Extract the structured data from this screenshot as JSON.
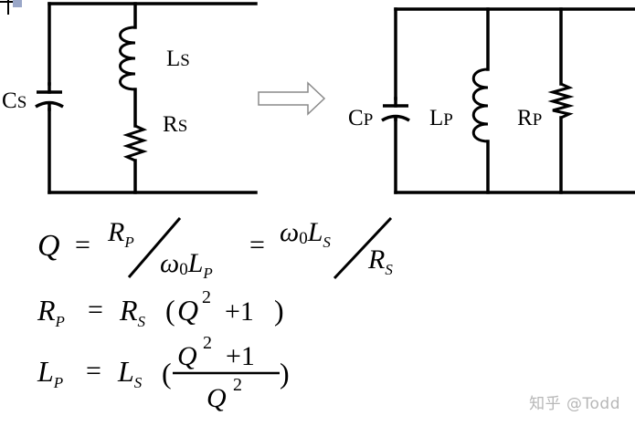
{
  "left_circuit": {
    "capacitor_label": {
      "main": "C",
      "sub": "S"
    },
    "inductor_label": {
      "main": "L",
      "sub": "S"
    },
    "resistor_label": {
      "main": "R",
      "sub": "S"
    }
  },
  "right_circuit": {
    "capacitor_label": {
      "main": "C",
      "sub": "P"
    },
    "inductor_label": {
      "main": "L",
      "sub": "P"
    },
    "resistor_label": {
      "main": "R",
      "sub": "P"
    }
  },
  "equations": {
    "eq1": {
      "lhs": "Q",
      "eq_sign": "=",
      "t1_num": "R",
      "t1_num_sub": "P",
      "t1_den_omega": "ω",
      "t1_den_omega_sub": "0",
      "t1_den_var": "L",
      "t1_den_var_sub": "P",
      "eq_sign2": "=",
      "t2_num_omega": "ω",
      "t2_num_omega_sub": "0",
      "t2_num_var": "L",
      "t2_num_var_sub": "S",
      "t2_den": "R",
      "t2_den_sub": "S"
    },
    "eq2": {
      "lhs": "R",
      "lhs_sub": "P",
      "eq_sign": "=",
      "rhs": "R",
      "rhs_sub": "S",
      "open": "(",
      "q": "Q",
      "exp": "2",
      "plus": "+1",
      "close": ")"
    },
    "eq3": {
      "lhs": "L",
      "lhs_sub": "P",
      "eq_sign": "=",
      "rhs": "L",
      "rhs_sub": "S",
      "open": "(",
      "num_q": "Q",
      "num_exp": "2",
      "num_plus": "+1",
      "den_q": "Q",
      "den_exp": "2",
      "close": ")"
    }
  },
  "watermark": "知乎 @Todd"
}
